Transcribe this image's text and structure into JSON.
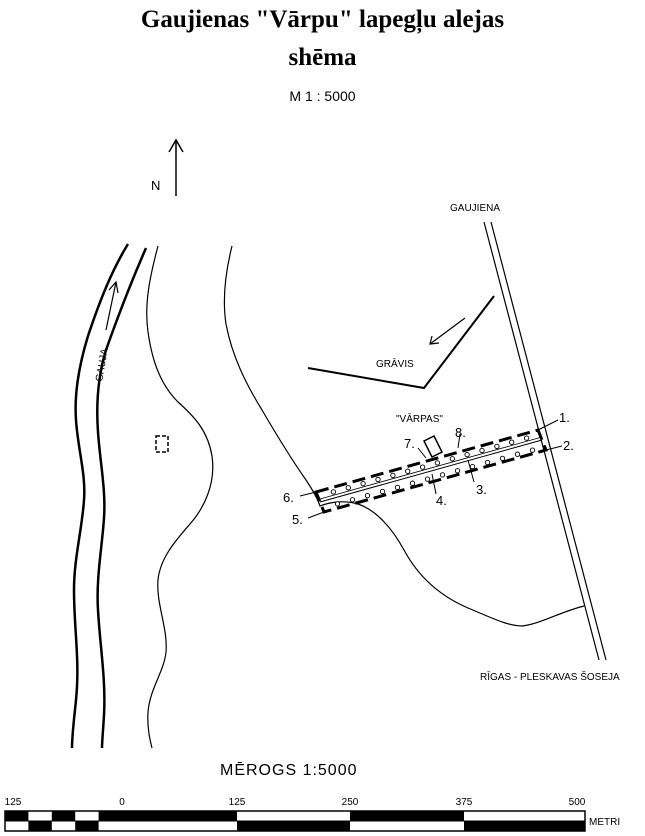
{
  "title": {
    "line1": "Gaujienas \"Vārpu\" lapegļu alejas",
    "line2": "shēma"
  },
  "scale_label": "M 1 : 5000",
  "north_label": "N",
  "river_label": "GAUJA",
  "places": {
    "north_road": "GAUJIENA",
    "ditch": "GRĀVIS",
    "farm": "\"VĀRPAS\"",
    "highway": "RĪGAS - PLESKAVAS ŠOSEJA"
  },
  "points": [
    "1.",
    "2.",
    "3.",
    "4.",
    "5.",
    "6.",
    "7.",
    "8."
  ],
  "scale_bar": {
    "title": "MĒROGS 1:5000",
    "ticks": [
      "125",
      "0",
      "125",
      "250",
      "375",
      "500"
    ],
    "unit": "METRI"
  }
}
